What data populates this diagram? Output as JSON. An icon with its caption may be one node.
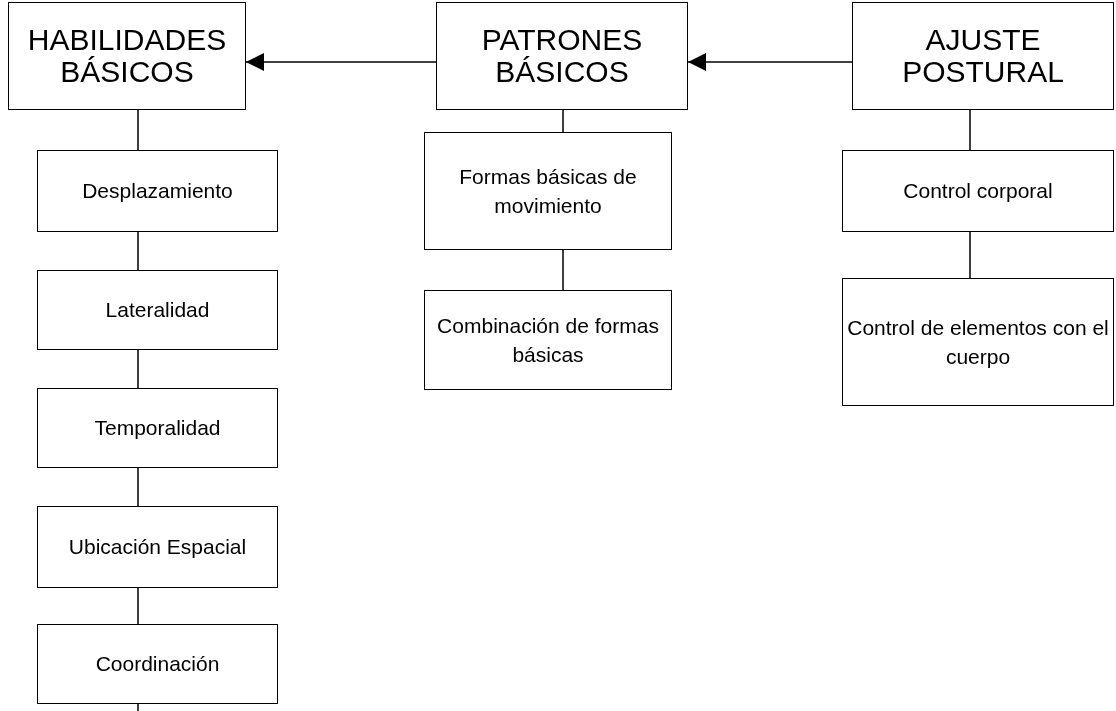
{
  "diagram": {
    "nodes": [
      {
        "text": [
          "HABILIDADES BÁSICOS"
        ]
      },
      {
        "text": [
          "PATRONES BÁSICOS"
        ]
      },
      {
        "text": [
          "AJUSTE POSTURAL"
        ]
      },
      {
        "text": [
          "Desplazamiento"
        ]
      },
      {
        "text": [
          "Lateralidad"
        ]
      },
      {
        "text": [
          "Temporalidad"
        ]
      },
      {
        "text": [
          "Ubicación Espacial"
        ]
      },
      {
        "text": [
          "Coordinación"
        ]
      },
      {
        "text": [
          "Formas básicas de movimiento"
        ]
      },
      {
        "text": [
          "Combinación de formas básicas"
        ]
      },
      {
        "text": [
          "Control corporal"
        ]
      },
      {
        "text": [
          "Control de elementos con el cuerpo"
        ]
      }
    ],
    "edges": [
      {
        "from": 1,
        "to": 0,
        "arrow": "to"
      },
      {
        "from": 2,
        "to": 1,
        "arrow": "to"
      },
      {
        "from": 0,
        "to": 3,
        "arrow": "none"
      },
      {
        "from": 3,
        "to": 4,
        "arrow": "none"
      },
      {
        "from": 4,
        "to": 5,
        "arrow": "none"
      },
      {
        "from": 5,
        "to": 6,
        "arrow": "none"
      },
      {
        "from": 6,
        "to": 7,
        "arrow": "none"
      },
      {
        "from": 7,
        "to": null,
        "arrow": "none"
      },
      {
        "from": 1,
        "to": 8,
        "arrow": "none"
      },
      {
        "from": 8,
        "to": 9,
        "arrow": "none"
      },
      {
        "from": 2,
        "to": 10,
        "arrow": "none"
      },
      {
        "from": 10,
        "to": 11,
        "arrow": "none"
      }
    ]
  }
}
